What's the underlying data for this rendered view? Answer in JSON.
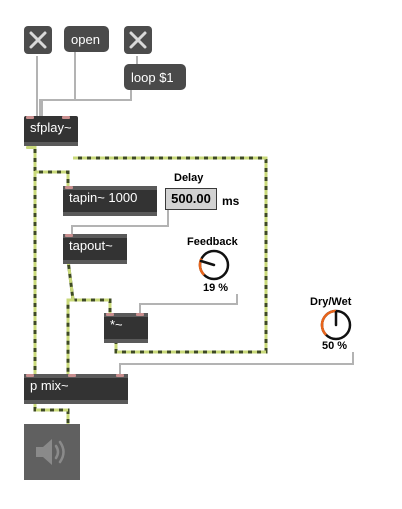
{
  "objects": {
    "open_msg": "open",
    "loop_msg": "loop $1",
    "sfplay": "sfplay~",
    "tapin": "tapin~ 1000",
    "tapout": "tapout~",
    "multiply": "*~",
    "pmix": "p mix~"
  },
  "delay": {
    "label": "Delay",
    "value": "500.00",
    "unit": "ms"
  },
  "feedback": {
    "label": "Feedback",
    "value_text": "19 %",
    "value": 19
  },
  "drywet": {
    "label": "Dry/Wet",
    "value_text": "50 %",
    "value": 50
  },
  "toggles": {
    "left_icon": "close-icon",
    "right_icon": "close-icon"
  },
  "dac": {
    "icon": "speaker-icon"
  },
  "colors": {
    "object_bg": "#333333",
    "patchcord": "#b3b3b3",
    "signal_cord_dark": "#3e4a22",
    "signal_cord_light": "#c9d97a",
    "dial_accent": "#e8641b"
  }
}
